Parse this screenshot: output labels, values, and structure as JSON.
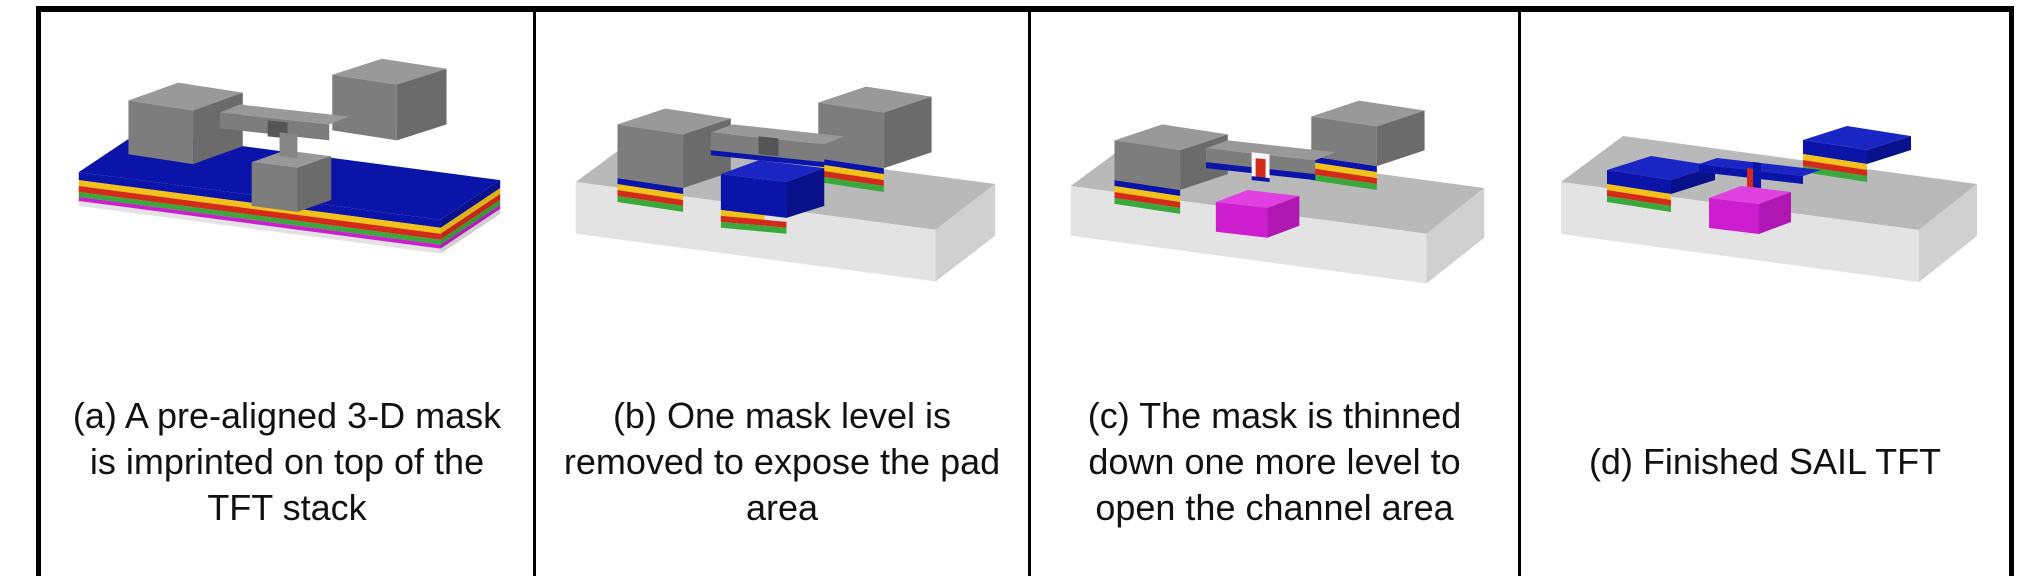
{
  "colors": {
    "substrate_top": "#b9b9b9",
    "substrate_side": "#e3e3e3",
    "stack_blue": "#0a14a8",
    "mask_gray": "#7d7d7d",
    "layer_yellow": "#f2c21a",
    "layer_red": "#d42a1a",
    "layer_green": "#3aa83a",
    "gate_magenta": "#cc1ecf"
  },
  "panels": [
    {
      "caption": "(a) A pre-aligned 3-D mask is imprinted on top of the TFT stack",
      "illustration": "pre-aligned 3-D mask on TFT stack"
    },
    {
      "caption": "(b) One mask level is removed to expose the pad area",
      "illustration": "pad area exposed"
    },
    {
      "caption": "(c) The mask is thinned down one more level to open the channel area",
      "illustration": "channel area opened"
    },
    {
      "caption": "(d) Finished SAIL TFT",
      "illustration": "finished SAIL TFT"
    }
  ]
}
